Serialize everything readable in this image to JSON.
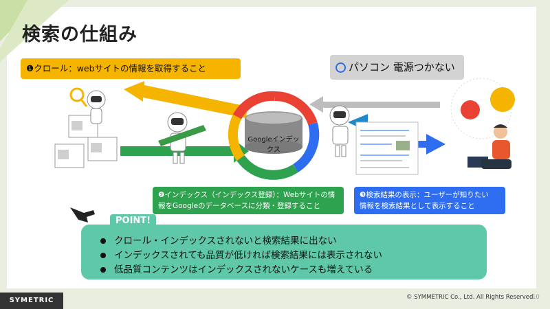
{
  "title": "検索の仕組み",
  "crawl_label": "❶クロール：webサイトの情報を取得すること",
  "search_query": "パソコン 電源つかない",
  "index_label": "Googleインデックス",
  "index_desc_line1": "❷インデックス（インデックス登録）：Webサイトの情",
  "index_desc_line2": "報をGoogleのデータベースに分類・登録すること",
  "results_desc_line1": "❸検索結果の表示：ユーザーが知りたい",
  "results_desc_line2": "情報を検索結果として表示すること",
  "point_label": "POINT!",
  "points": [
    "クロール・インデックスされないと検索結果に出ない",
    "インデックスされても品質が低ければ検索結果には表示されない",
    "低品質コンテンツはインデックスされないケースも増えている"
  ],
  "logo": "SYMETRIC",
  "copyright": "© SYMMETRIC Co., Ltd. All Rights Reserved.",
  "page_number": "10",
  "colors": {
    "yellow": "#f4b400",
    "green": "#2ea24f",
    "blue": "#2f6df0",
    "red": "#e94235",
    "teal": "#5ec8a8",
    "gray": "#d3d3d3"
  }
}
